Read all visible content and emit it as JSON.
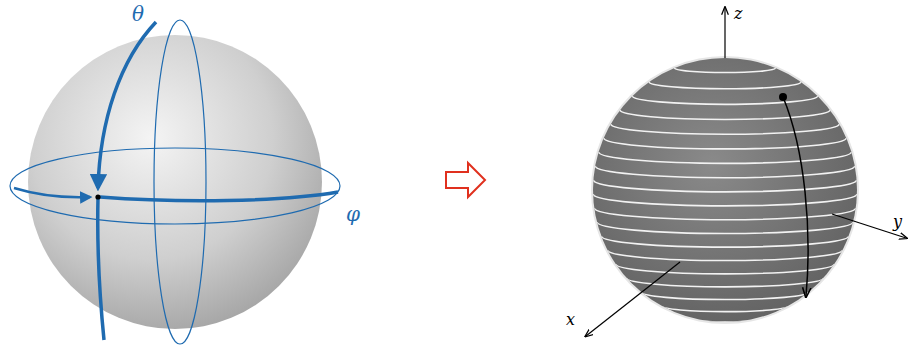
{
  "diagram": {
    "labels": [
      "θ",
      "φ",
      "z",
      "x",
      "y"
    ]
  }
}
